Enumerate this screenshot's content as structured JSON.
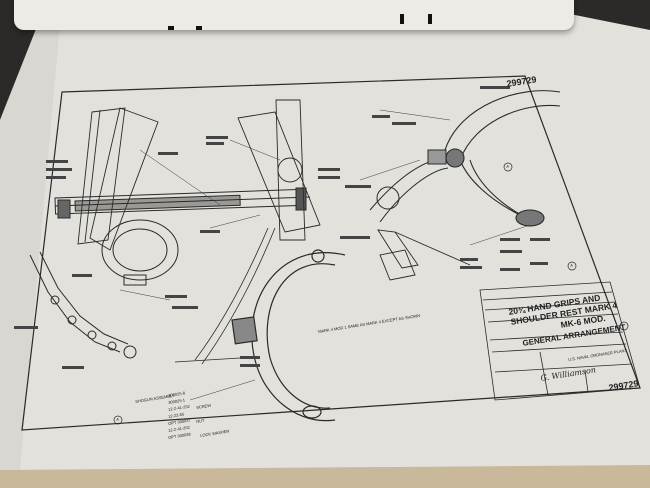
{
  "drawing": {
    "title_line1": "20¾ HAND GRIPS AND",
    "title_line2": "SHOULDER REST MARK 4",
    "title_line3": "MK-6 MOD.",
    "subtitle": "GENERAL ARRANGEMENT",
    "number_top": "299729",
    "number_bottom": "299729",
    "issuer": "U.S. NAVAL ORDNANCE PLANT",
    "signature": "G. Williamson",
    "note": "MARK 4 MOD 1 SAME AS MARK 4 EXCEPT AS SHOWN",
    "callout_parts": [
      "300025-8",
      "300025-1",
      "12-2-41-252",
      "12-22-65",
      "OPT 300037",
      "12-2-41-252",
      "OPT 300038"
    ],
    "callout_words": [
      "SCREW",
      "NUT",
      "LOCK WASHER"
    ],
    "assembly_label": "SHOGUN ASSEMBLY",
    "view_markers": [
      "A",
      "A",
      "A"
    ]
  },
  "colors": {
    "background": "#2b2a28",
    "paper": "#e4e3de",
    "linework": "#2a2a2a"
  }
}
